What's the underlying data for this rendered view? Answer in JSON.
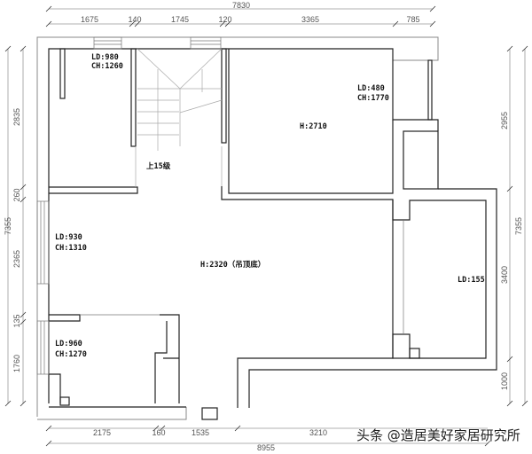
{
  "dimensions": {
    "top_total": "7830",
    "top_segments": [
      "1675",
      "140",
      "1745",
      "120",
      "3365",
      "785"
    ],
    "bottom_total": "8955",
    "bottom_segments": [
      "2175",
      "160",
      "1535",
      "3210"
    ],
    "left_total": "7355",
    "left_segments": [
      "2835",
      "260",
      "2365",
      "135",
      "1760"
    ],
    "right_total": "7355",
    "right_segments": [
      "2955",
      "3400",
      "1000"
    ]
  },
  "rooms": {
    "bedroom_top_left": {
      "ld": "LD:980",
      "ch": "CH:1260"
    },
    "stair": {
      "label": "上15级"
    },
    "bedroom_top_right": {
      "ld": "LD:480",
      "ch": "CH:1770",
      "height": "H:2710"
    },
    "living": {
      "ld": "LD:930",
      "ch": "CH:1310",
      "height": "H:2320（吊顶底）"
    },
    "room_bottom_left": {
      "ld": "LD:960",
      "ch": "CH:1270"
    },
    "room_right": {
      "ld": "LD:155"
    }
  },
  "watermark": "头条 @造居美好家居研究所",
  "colors": {
    "wall": "#222222",
    "outline": "#888888",
    "dimension": "#999999"
  }
}
